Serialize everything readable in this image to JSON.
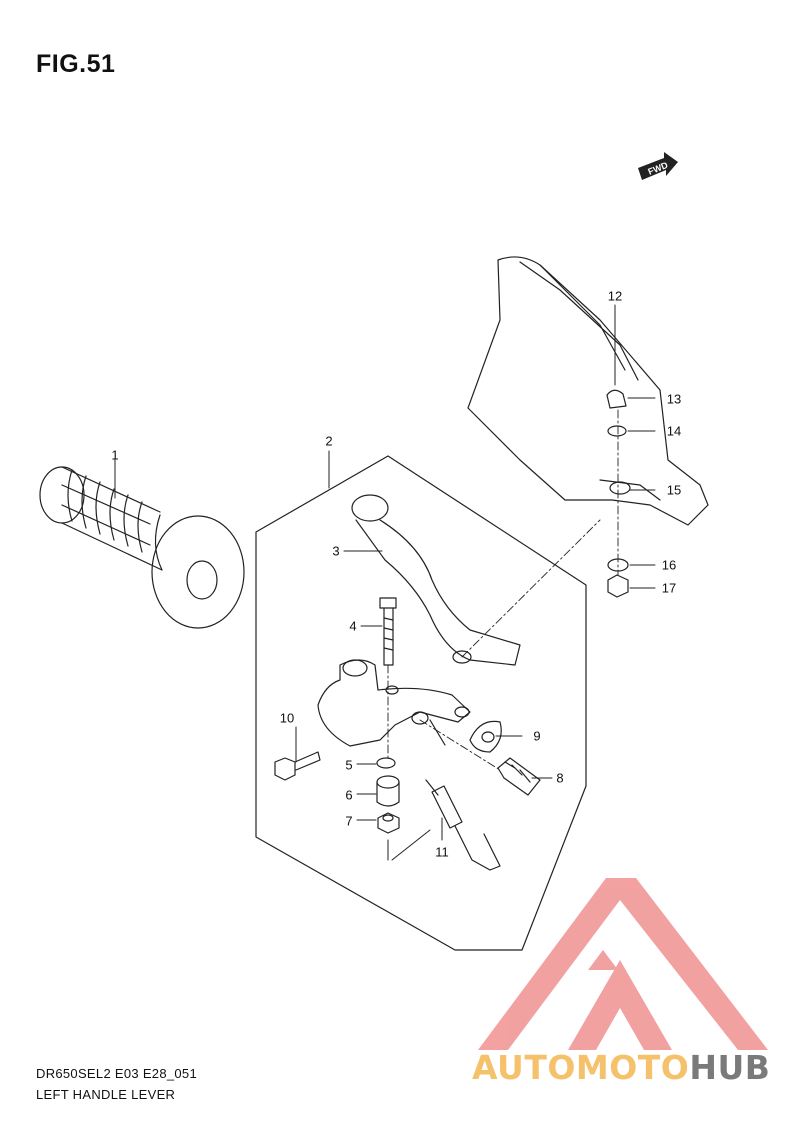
{
  "figure": {
    "title": "FIG.51"
  },
  "direction_badge": {
    "label": "FWD"
  },
  "callouts": [
    {
      "id": "1",
      "text": "1"
    },
    {
      "id": "2",
      "text": "2"
    },
    {
      "id": "3",
      "text": "3"
    },
    {
      "id": "4",
      "text": "4"
    },
    {
      "id": "5",
      "text": "5"
    },
    {
      "id": "6",
      "text": "6"
    },
    {
      "id": "7",
      "text": "7"
    },
    {
      "id": "8",
      "text": "8"
    },
    {
      "id": "9",
      "text": "9"
    },
    {
      "id": "10",
      "text": "10"
    },
    {
      "id": "11",
      "text": "11"
    },
    {
      "id": "12",
      "text": "12"
    },
    {
      "id": "13",
      "text": "13"
    },
    {
      "id": "14",
      "text": "14"
    },
    {
      "id": "15",
      "text": "15"
    },
    {
      "id": "16",
      "text": "16"
    },
    {
      "id": "17",
      "text": "17"
    }
  ],
  "footer": {
    "model_code": "DR650SEL2 E03 E28_051",
    "section_name": "LEFT HANDLE LEVER"
  },
  "watermark": {
    "brand_part1": "AUTOMOTO",
    "brand_part2": "HUB",
    "logo_color": "#f08a8a",
    "accent_color": "#f5c26b",
    "secondary_color": "#7a7a7a"
  }
}
